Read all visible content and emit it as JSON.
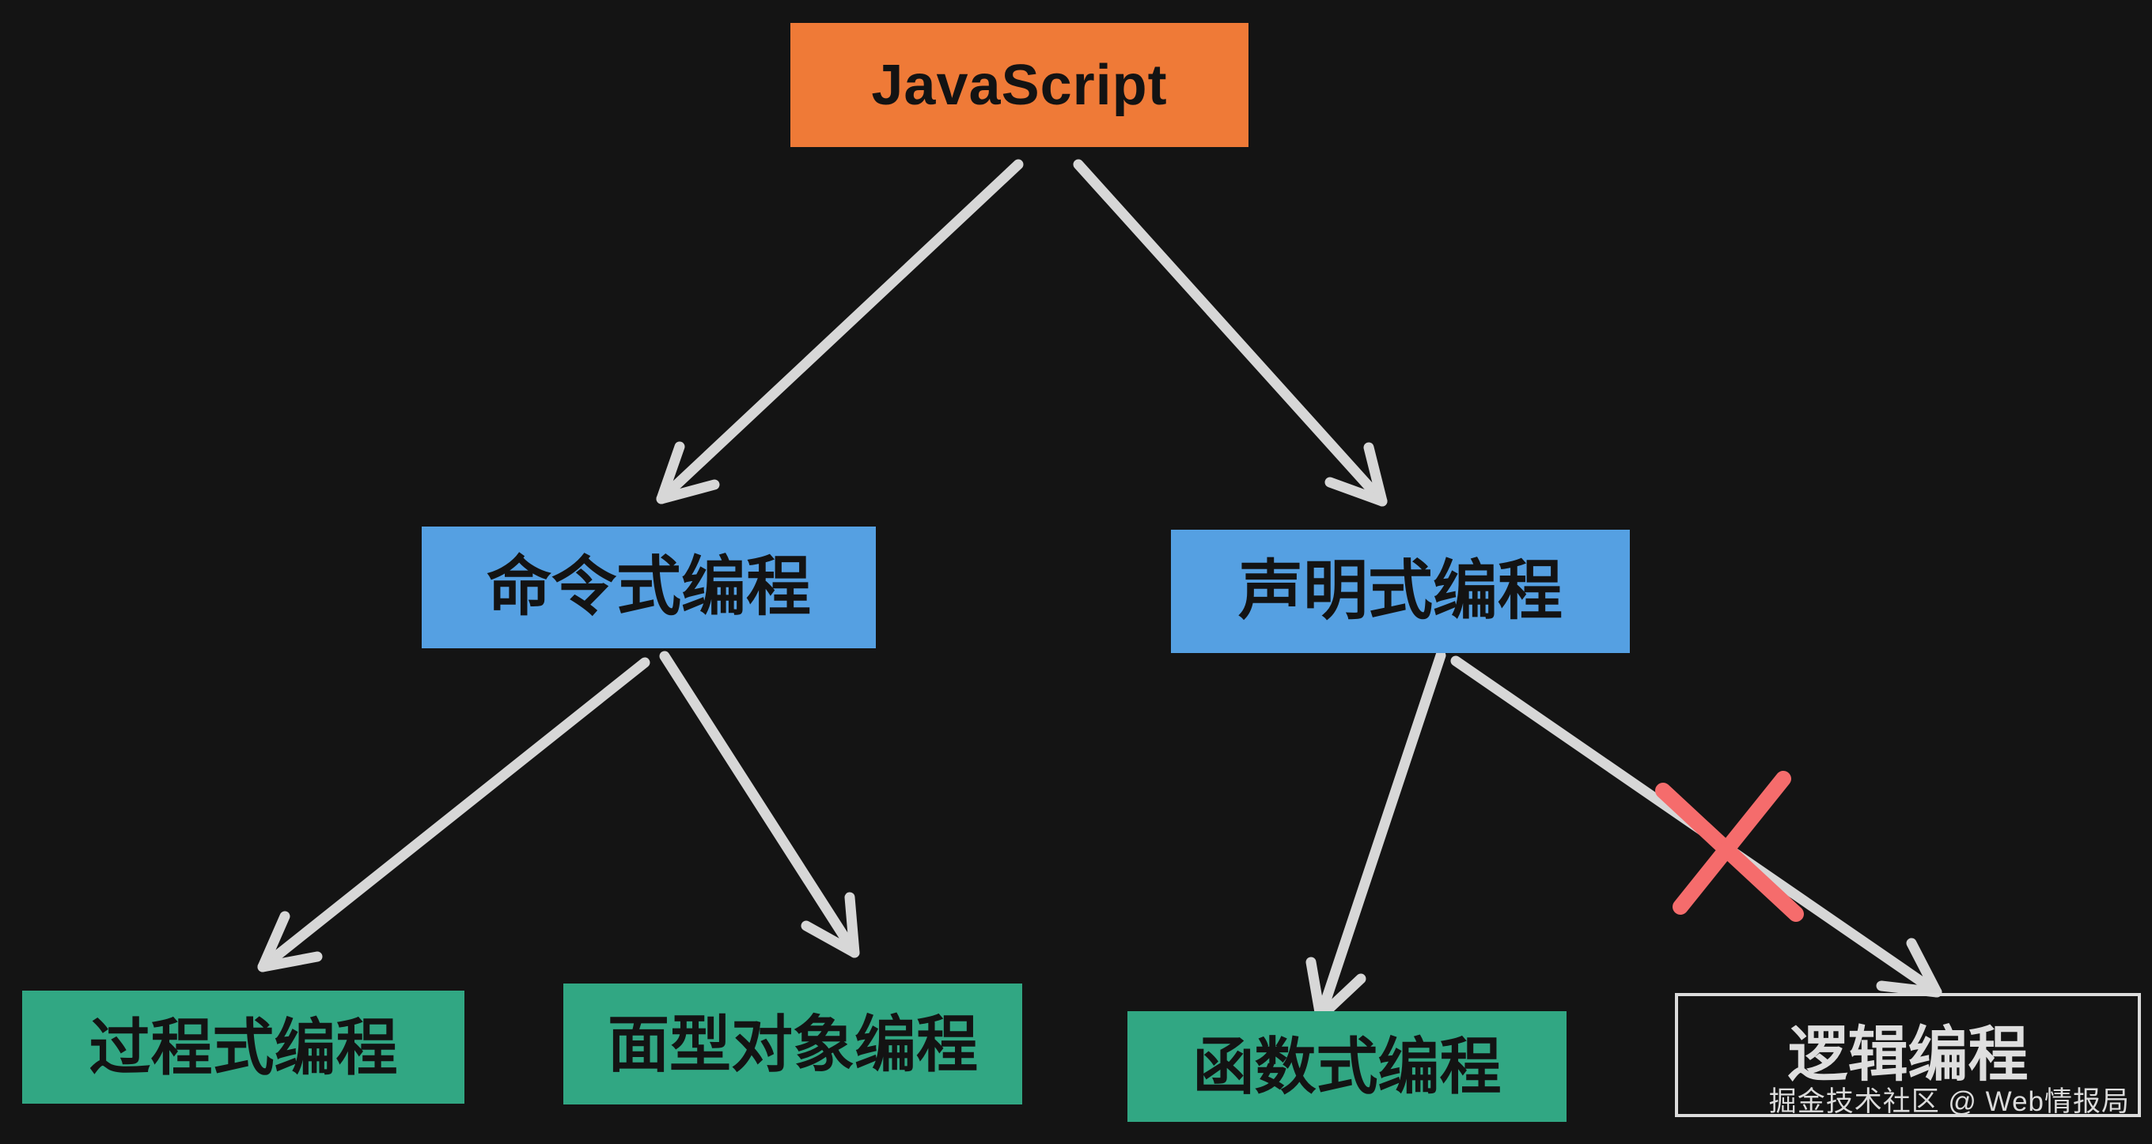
{
  "nodes": {
    "root": {
      "label": "JavaScript",
      "bg": "#EF7A37"
    },
    "imperative": {
      "label": "命令式编程",
      "bg": "#55A0E2"
    },
    "declarative": {
      "label": "声明式编程",
      "bg": "#55A0E2"
    },
    "procedural": {
      "label": "过程式编程",
      "bg": "#31A783"
    },
    "object_oriented": {
      "label": "面型对象编程",
      "bg": "#31A783"
    },
    "functional": {
      "label": "函数式编程",
      "bg": "#31A783"
    },
    "logic": {
      "label": "逻辑编程",
      "border_color": "#DCDCDC",
      "text_color": "#DEDEDE"
    }
  },
  "edges": [
    {
      "from": "JavaScript",
      "to": "命令式编程",
      "annotation": ""
    },
    {
      "from": "JavaScript",
      "to": "声明式编程",
      "annotation": ""
    },
    {
      "from": "命令式编程",
      "to": "过程式编程",
      "annotation": ""
    },
    {
      "from": "命令式编程",
      "to": "面型对象编程",
      "annotation": ""
    },
    {
      "from": "声明式编程",
      "to": "函数式编程",
      "annotation": ""
    },
    {
      "from": "声明式编程",
      "to": "逻辑编程",
      "annotation": "crossed-out-red-x"
    }
  ],
  "watermark": {
    "text": "掘金技术社区 @ Web情报局"
  },
  "colors": {
    "background": "#141414",
    "node_text": "#131313",
    "arrow": "#D7D7D7",
    "cross": "#F56C6C",
    "watermark": "#DCDCDC"
  }
}
